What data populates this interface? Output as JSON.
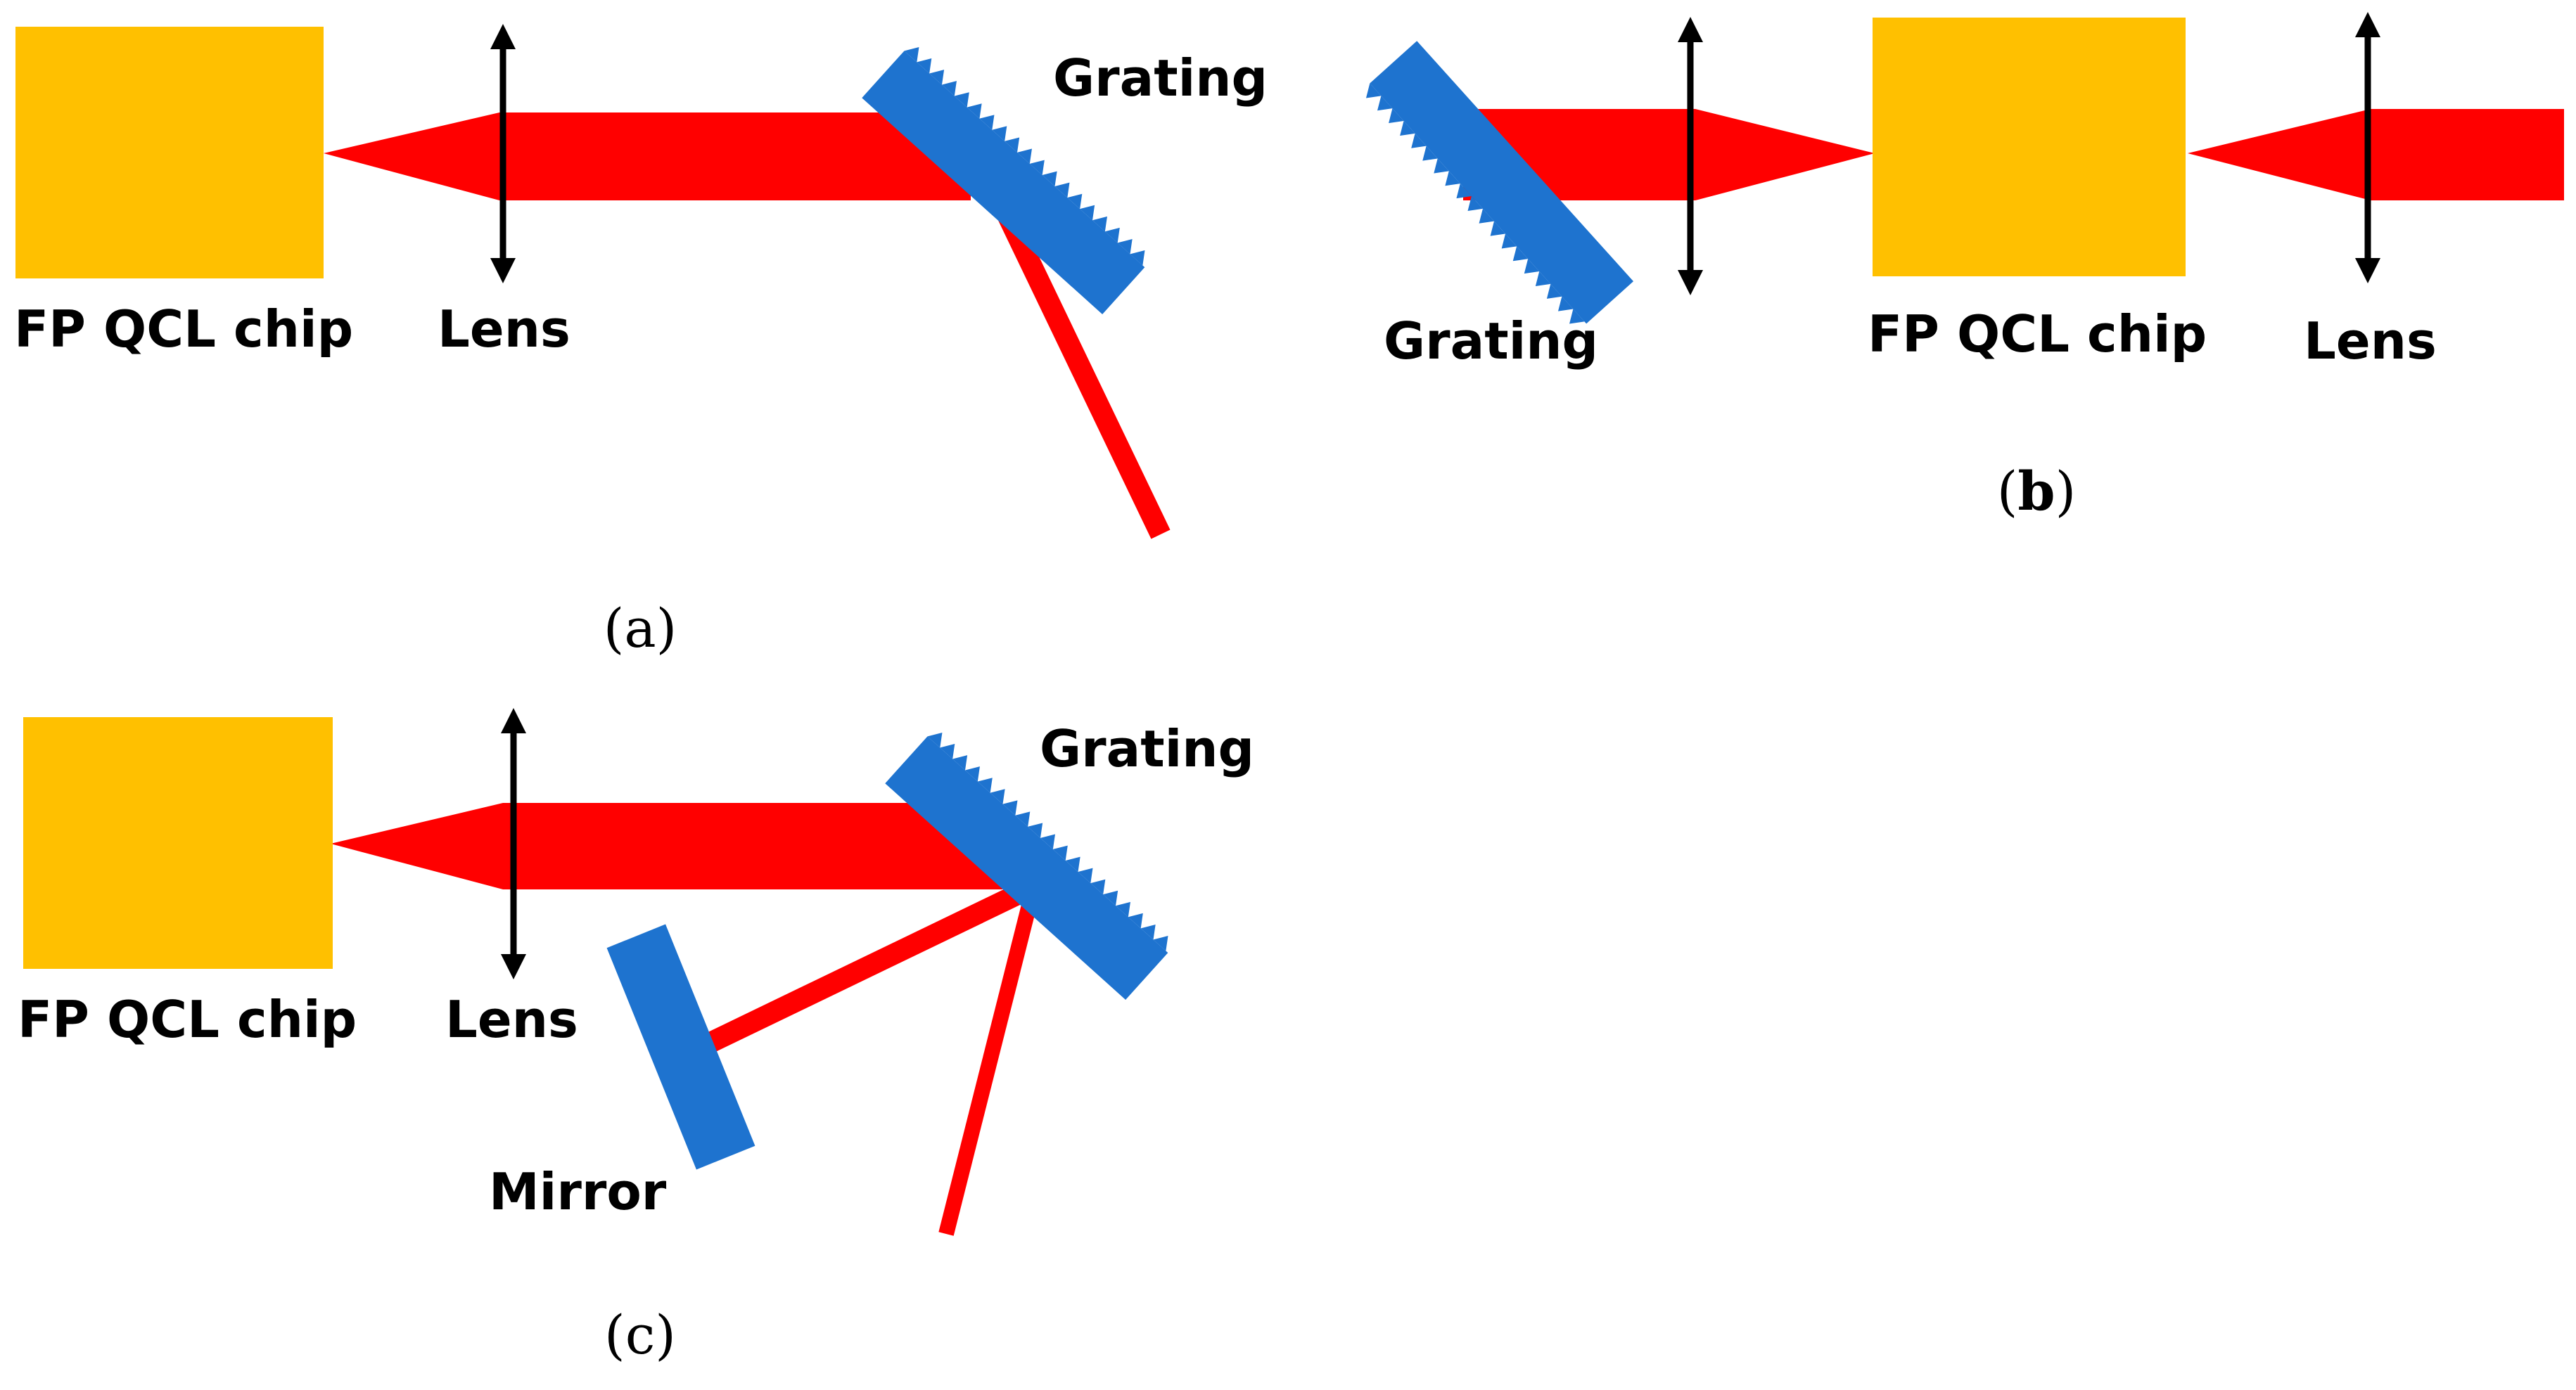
{
  "colors": {
    "chip": "#FFC000",
    "beam": "#FF0000",
    "optic": "#1E73CF",
    "lens": "#000000",
    "text": "#000000"
  },
  "panel_a": {
    "chip_label": "FP QCL chip",
    "lens_label": "Lens",
    "grating_label": "Grating",
    "caption": "(a)",
    "caption_letter": "a"
  },
  "panel_b": {
    "grating_label": "Grating",
    "chip_label": "FP QCL chip",
    "lens_label": "Lens",
    "caption": "(b)",
    "caption_letter": "b"
  },
  "panel_c": {
    "chip_label": "FP QCL chip",
    "lens_label": "Lens",
    "grating_label": "Grating",
    "mirror_label": "Mirror",
    "caption": "(c)",
    "caption_letter": "c"
  }
}
